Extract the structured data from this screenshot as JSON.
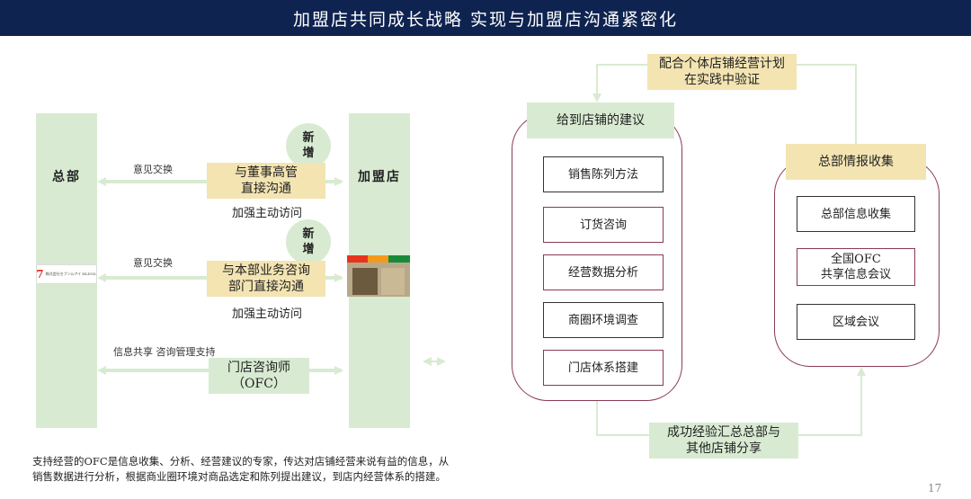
{
  "header": {
    "title": "加盟店共同成长战略 实现与加盟店沟通紧密化"
  },
  "left": {
    "hq_label": "总部",
    "store_label": "加盟店",
    "new_badge": [
      "新增",
      "新增"
    ],
    "rows": [
      {
        "exchange_label": "意见交换",
        "box_lines": [
          "与董事高管",
          "直接沟通"
        ],
        "sub_label": "加强主动访问"
      },
      {
        "exchange_label": "意见交换",
        "box_lines": [
          "与本部业务咨询",
          "部门直接沟通"
        ],
        "sub_label": "加强主动访问"
      },
      {
        "exchange_label": "信息共享 咨询管理支持",
        "box_lines": [
          "门店咨询师",
          "（OFC）"
        ]
      }
    ],
    "logo_text": "株式会社セブン&アイ HLDGS.",
    "note": [
      "支持经营的OFC是信息收集、分析、经营建议的专家，传达对店铺经营来说有益的信息，从",
      "销售数据进行分析，根据商业圈环境对商品选定和陈列提出建议，到店内经营体系的搭建。"
    ]
  },
  "right": {
    "top_box_lines": [
      "配合个体店铺经营计划",
      "在实践中验证"
    ],
    "bottom_box_lines": [
      "成功经验汇总总部与",
      "其他店铺分享"
    ],
    "advice_panel": {
      "title": "给到店铺的建议",
      "items": [
        "销售陈列方法",
        "订货咨询",
        "经营数据分析",
        "商圈环境调查",
        "门店体系搭建"
      ]
    },
    "hq_panel": {
      "title": "总部情报收集",
      "items": [
        [
          "总部信息收集"
        ],
        [
          "全国OFC",
          "共享信息会议"
        ],
        [
          "区域会议"
        ]
      ]
    }
  },
  "page_number": "17",
  "colors": {
    "header": "#0e2350",
    "green": "#d8ebd2",
    "yellow": "#f3e4b2",
    "panel_border": "#8a3a52"
  }
}
